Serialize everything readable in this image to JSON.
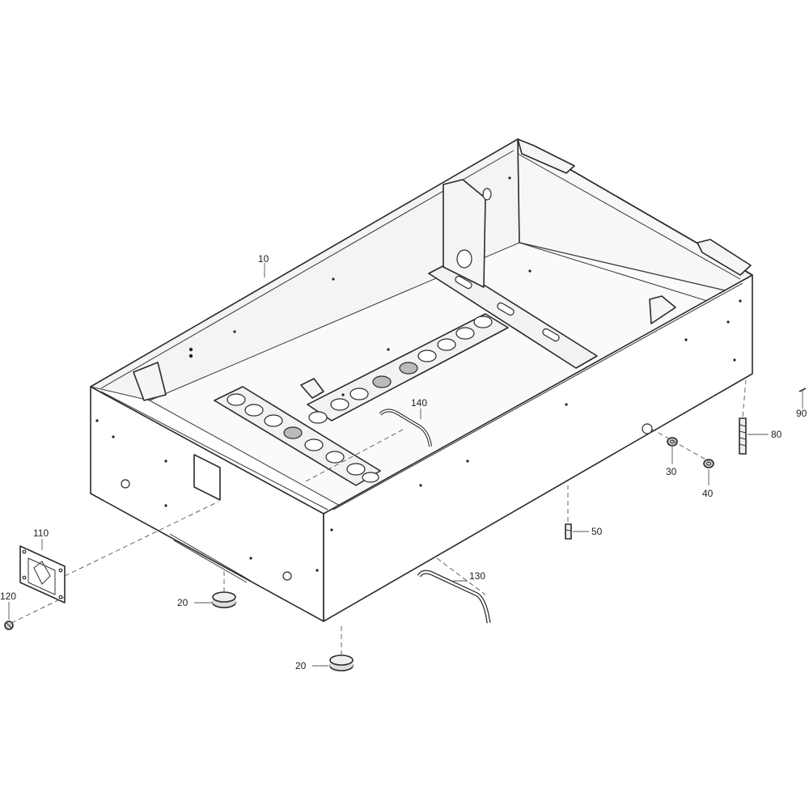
{
  "diagram": {
    "callouts": [
      {
        "id": "c10",
        "label": "10"
      },
      {
        "id": "c20a",
        "label": "20"
      },
      {
        "id": "c20b",
        "label": "20"
      },
      {
        "id": "c30",
        "label": "30"
      },
      {
        "id": "c40",
        "label": "40"
      },
      {
        "id": "c50",
        "label": "50"
      },
      {
        "id": "c80",
        "label": "80"
      },
      {
        "id": "c90",
        "label": "90"
      },
      {
        "id": "c110",
        "label": "110"
      },
      {
        "id": "c120",
        "label": "120"
      },
      {
        "id": "c130",
        "label": "130"
      },
      {
        "id": "c140",
        "label": "140"
      }
    ]
  }
}
